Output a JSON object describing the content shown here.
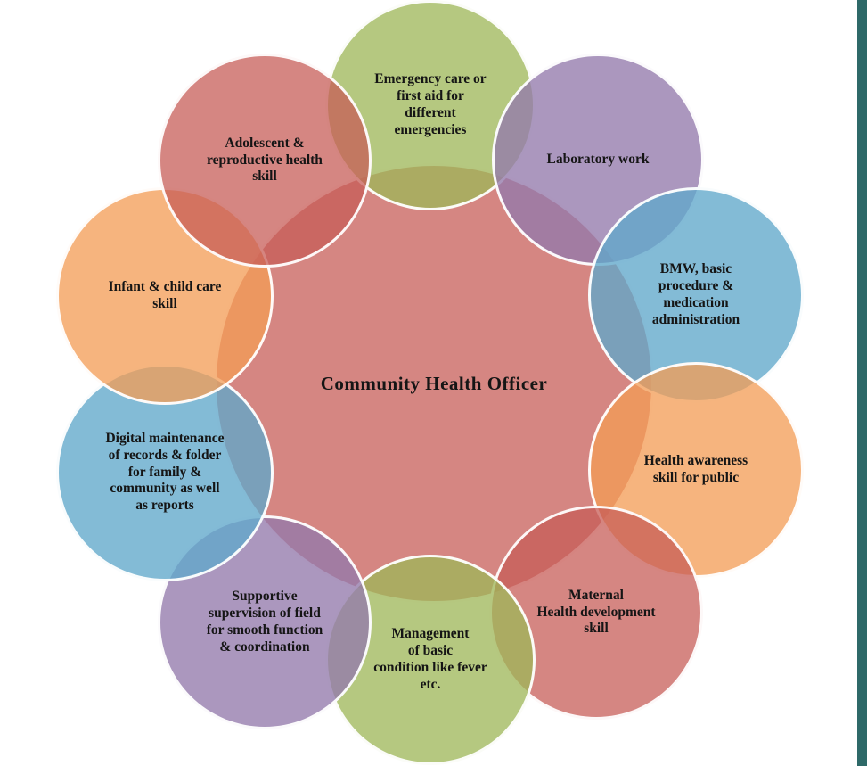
{
  "page": {
    "background_color": "#ffffff",
    "right_edge_bar_color": "#2e6968"
  },
  "diagram": {
    "type": "radial-venn",
    "center": {
      "label": "Community Health Officer",
      "color": "#c65c56"
    },
    "nodes": [
      {
        "id": "emergency-care",
        "label": "Emergency care or\nfirst aid for\ndifferent\nemergencies",
        "color": "#9eb758"
      },
      {
        "id": "laboratory-work",
        "label": "Laboratory work",
        "color": "#947aac"
      },
      {
        "id": "bmw-basic-procedure",
        "label": "BMW, basic\nprocedure &\nmedication\nadministration",
        "color": "#60a8cb"
      },
      {
        "id": "health-awareness",
        "label": "Health awareness\nskill for public",
        "color": "#f39c55"
      },
      {
        "id": "maternal-health",
        "label": "Maternal\nHealth development\nskill",
        "color": "#c65c56"
      },
      {
        "id": "management-basic-condition",
        "label": "Management\nof basic\ncondition like fever\netc.",
        "color": "#9eb758"
      },
      {
        "id": "supportive-supervision",
        "label": "Supportive\nsupervision of field\nfor smooth function\n& coordination",
        "color": "#947aac"
      },
      {
        "id": "digital-maintenance",
        "label": "Digital maintenance\nof records & folder\nfor family &\ncommunity as well\nas reports",
        "color": "#60a8cb"
      },
      {
        "id": "infant-child-care",
        "label": "Infant & child care\nskill",
        "color": "#f39c55"
      },
      {
        "id": "adolescent-reproductive",
        "label": "Adolescent &\nreproductive health\nskill",
        "color": "#c65c56"
      }
    ]
  }
}
